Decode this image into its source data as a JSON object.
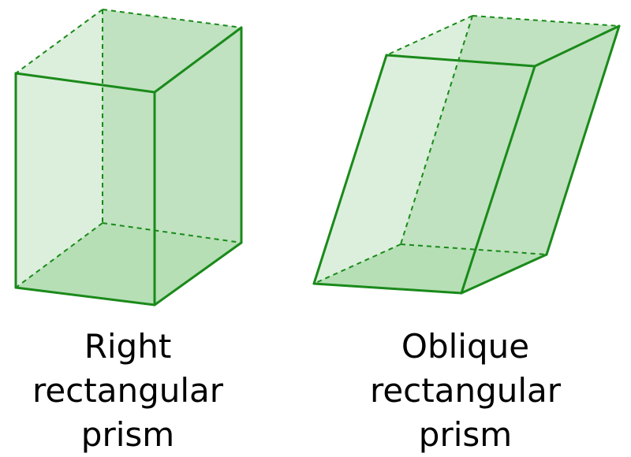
{
  "colors": {
    "edge": "#1a8a1a",
    "face_fill": "#5fb85f",
    "background": "#ffffff",
    "text": "#000000"
  },
  "right_prism": {
    "caption_lines": [
      "Right",
      "rectangular",
      "prism"
    ]
  },
  "oblique_prism": {
    "caption_lines": [
      "Oblique",
      "rectangular",
      "prism"
    ]
  }
}
